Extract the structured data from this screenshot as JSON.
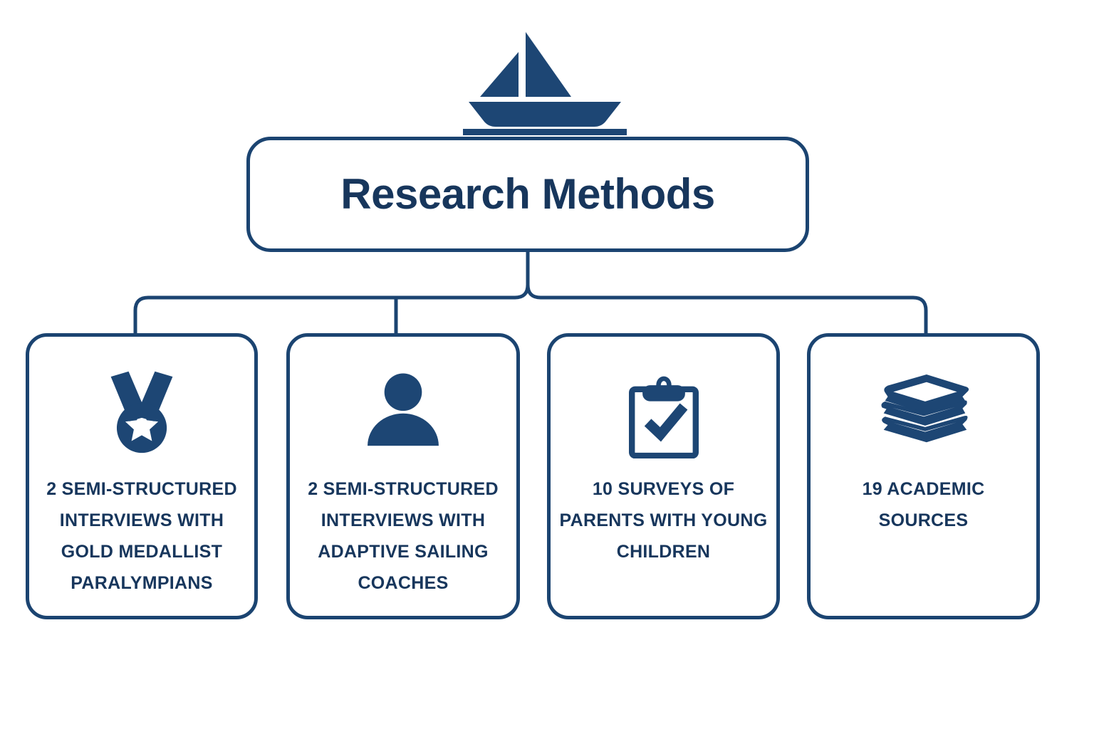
{
  "diagram": {
    "type": "hierarchy-tree",
    "root": {
      "title": "Research Methods",
      "icon": "sailboat-icon"
    },
    "branches": [
      {
        "icon": "medal-icon",
        "label": "2 SEMI-STRUCTURED INTERVIEWS WITH GOLD MEDALLIST PARALYMPIANS",
        "count": "2",
        "subject": "SEMI-STRUCTURED INTERVIEWS WITH GOLD MEDALLIST PARALYMPIANS"
      },
      {
        "icon": "person-icon",
        "label": "2 SEMI-STRUCTURED INTERVIEWS WITH ADAPTIVE SAILING COACHES",
        "count": "2",
        "subject": "SEMI-STRUCTURED INTERVIEWS WITH ADAPTIVE SAILING COACHES"
      },
      {
        "icon": "clipboard-check-icon",
        "label": "10 SURVEYS OF PARENTS WITH YOUNG CHILDREN",
        "count": "10",
        "subject": "SURVEYS OF PARENTS WITH YOUNG CHILDREN"
      },
      {
        "icon": "books-stack-icon",
        "label": "19 ACADEMIC SOURCES",
        "count": "19",
        "subject": "ACADEMIC SOURCES"
      }
    ]
  },
  "colors": {
    "navy_fill": "#1d4674",
    "navy_stroke": "#1b4471",
    "navy_text": "#17365c",
    "background": "#ffffff"
  }
}
